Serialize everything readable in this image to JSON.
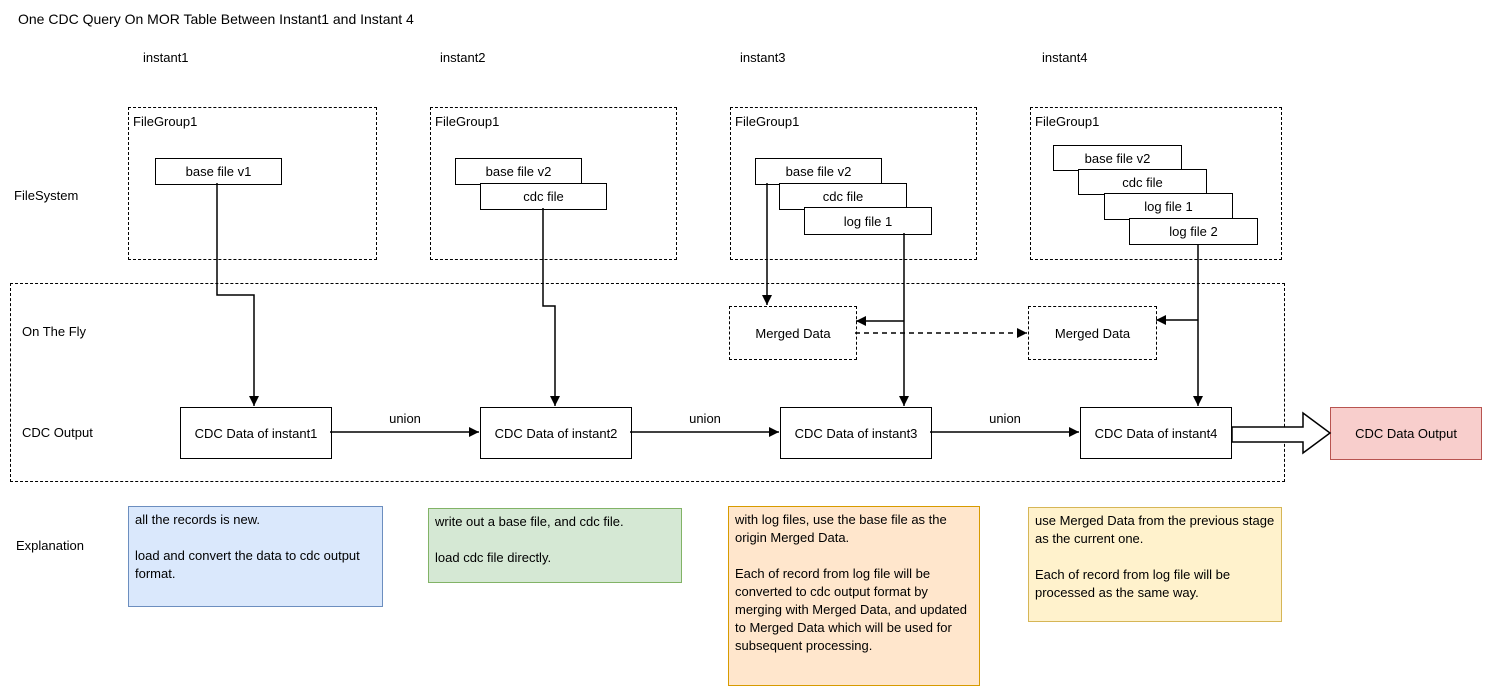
{
  "title": "One CDC Query On MOR Table Between Instant1 and Instant 4",
  "row_labels": {
    "filesystem": "FileSystem",
    "on_the_fly": "On The Fly",
    "cdc_output": "CDC Output",
    "explanation": "Explanation"
  },
  "union_label": "union",
  "output_box_label": "CDC Data Output",
  "columns": [
    {
      "instant_label": "instant1",
      "filegroup_label": "FileGroup1",
      "files": [
        "base file v1"
      ],
      "cdc_label": "CDC Data of instant1",
      "explanation": "all the records is new.\n\nload and convert the data to cdc output format."
    },
    {
      "instant_label": "instant2",
      "filegroup_label": "FileGroup1",
      "files": [
        "base file v2",
        "cdc file"
      ],
      "cdc_label": "CDC Data of instant2",
      "explanation": "write out a base file, and cdc file.\n\nload cdc file directly."
    },
    {
      "instant_label": "instant3",
      "filegroup_label": "FileGroup1",
      "files": [
        "base file v2",
        "cdc file",
        "log file 1"
      ],
      "merged_label": "Merged Data",
      "cdc_label": "CDC Data of instant3",
      "explanation": "with log files, use the base file as the origin Merged Data.\n\nEach of record from log file will be converted to cdc output format by merging with Merged Data, and updated to Merged Data which will be used for subsequent processing."
    },
    {
      "instant_label": "instant4",
      "filegroup_label": "FileGroup1",
      "files": [
        "base file v2",
        "cdc file",
        "log file 1",
        "log file 2"
      ],
      "merged_label": "Merged Data",
      "cdc_label": "CDC Data of instant4",
      "explanation": "use Merged Data from the previous stage as the current one.\n\nEach of record from log file will be processed as the same way."
    }
  ],
  "colors": {
    "stroke": "#000000",
    "output_fill": "#f8cecc",
    "output_stroke": "#b85450",
    "explanation_blue_fill": "#dae8fc",
    "explanation_blue_stroke": "#6c8ebf",
    "explanation_green_fill": "#d5e8d4",
    "explanation_green_stroke": "#82b366",
    "explanation_orange_fill": "#ffe6cc",
    "explanation_orange_stroke": "#d79b00",
    "explanation_yellow_fill": "#fff2cc",
    "explanation_yellow_stroke": "#d6b656"
  }
}
